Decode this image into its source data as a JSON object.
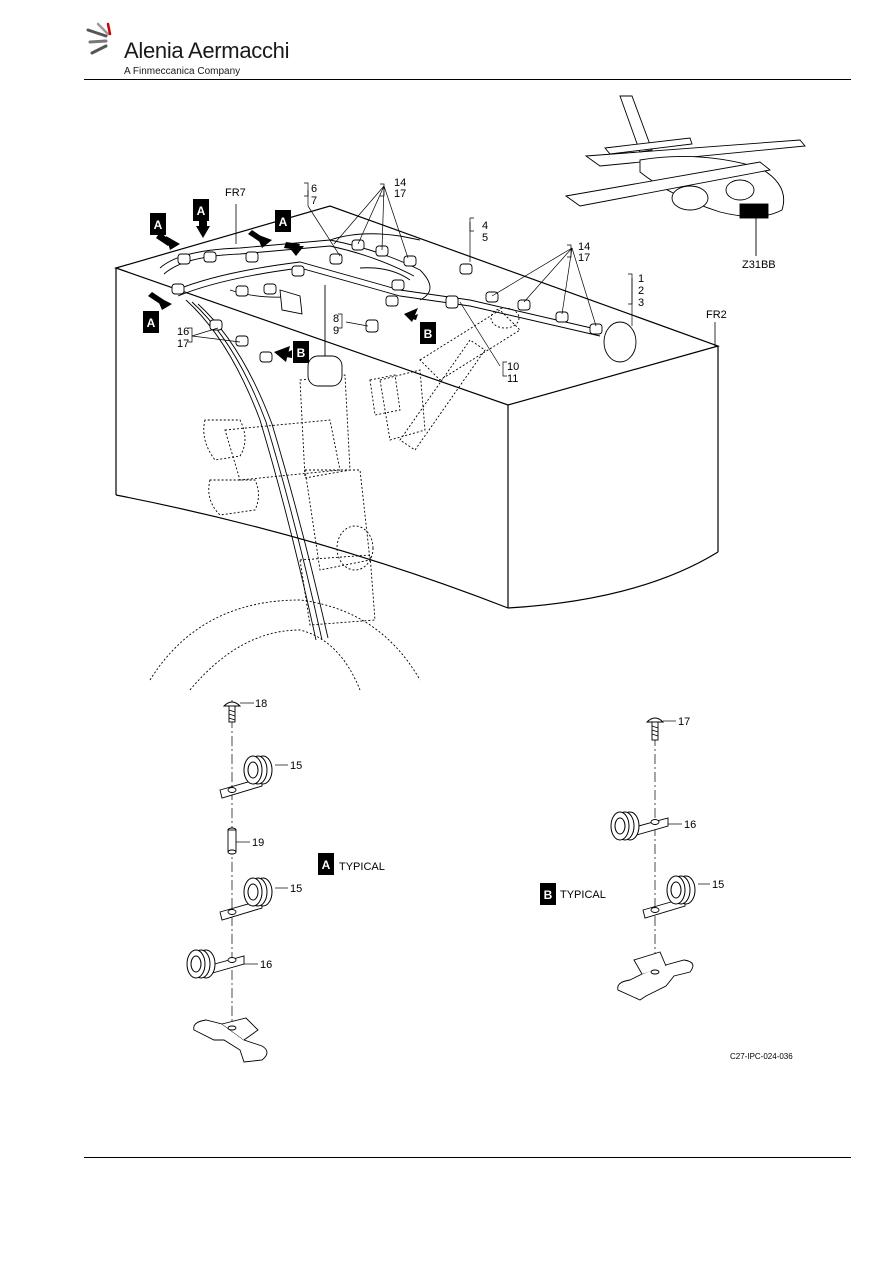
{
  "header": {
    "company_name": "Alenia Aermacchi",
    "company_subtitle": "A Finmeccanica Company"
  },
  "diagram": {
    "frame_labels": {
      "fr7": "FR7",
      "fr2": "FR2"
    },
    "zone_label": "Z31BB",
    "callouts": {
      "c1": "1",
      "c2": "2",
      "c3": "3",
      "c4": "4",
      "c5": "5",
      "c6": "6",
      "c7": "7",
      "c8": "8",
      "c9": "9",
      "c10": "10",
      "c11": "11",
      "c14a": "14",
      "c17a": "17",
      "c14b": "14",
      "c17b": "17",
      "c16": "16",
      "c17c": "17"
    },
    "view_letters": {
      "a": "A",
      "b": "B"
    },
    "detail_a": {
      "title": "TYPICAL",
      "parts": {
        "p18": "18",
        "p15a": "15",
        "p19": "19",
        "p15b": "15",
        "p16": "16"
      }
    },
    "detail_b": {
      "title": "TYPICAL",
      "parts": {
        "p17": "17",
        "p16": "16",
        "p15": "15"
      }
    },
    "figure_ref": "C27-IPC-024-036"
  }
}
